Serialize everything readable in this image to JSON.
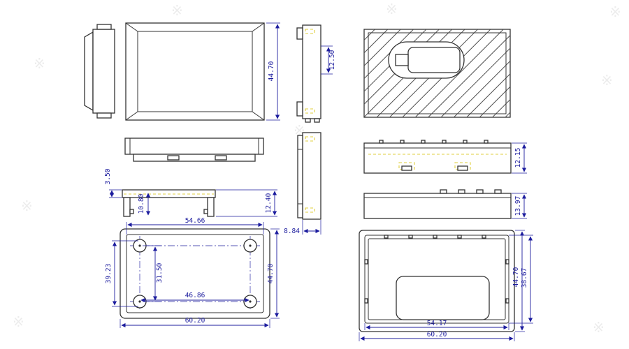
{
  "drawing": {
    "colors": {
      "line": "#333333",
      "dimension": "#1c1c9e",
      "hidden": "#dfcf3e",
      "watermark": "#dedede"
    },
    "dims": {
      "front_height": "44.70",
      "clip_offset": "12.50",
      "lid_thickness": "3.50",
      "lid_skirt_height": "10.80",
      "lid_total_height": "12.40",
      "end_depth": "8.84",
      "base_wall_height": "12.15",
      "base_total_height": "13.97",
      "box_inner_width": "54.66",
      "screw_span_height": "39.23",
      "screw_inner_height": "31.50",
      "screw_span_width": "46.86",
      "box_outer_width": "60.20",
      "box_outer_height": "44.70",
      "lid_inner_width": "54.17",
      "lid_outer_width": "60.20",
      "lid_outer_height": "44.70",
      "lid_inner_height": "38.67"
    },
    "watermark_glyph": "※"
  }
}
